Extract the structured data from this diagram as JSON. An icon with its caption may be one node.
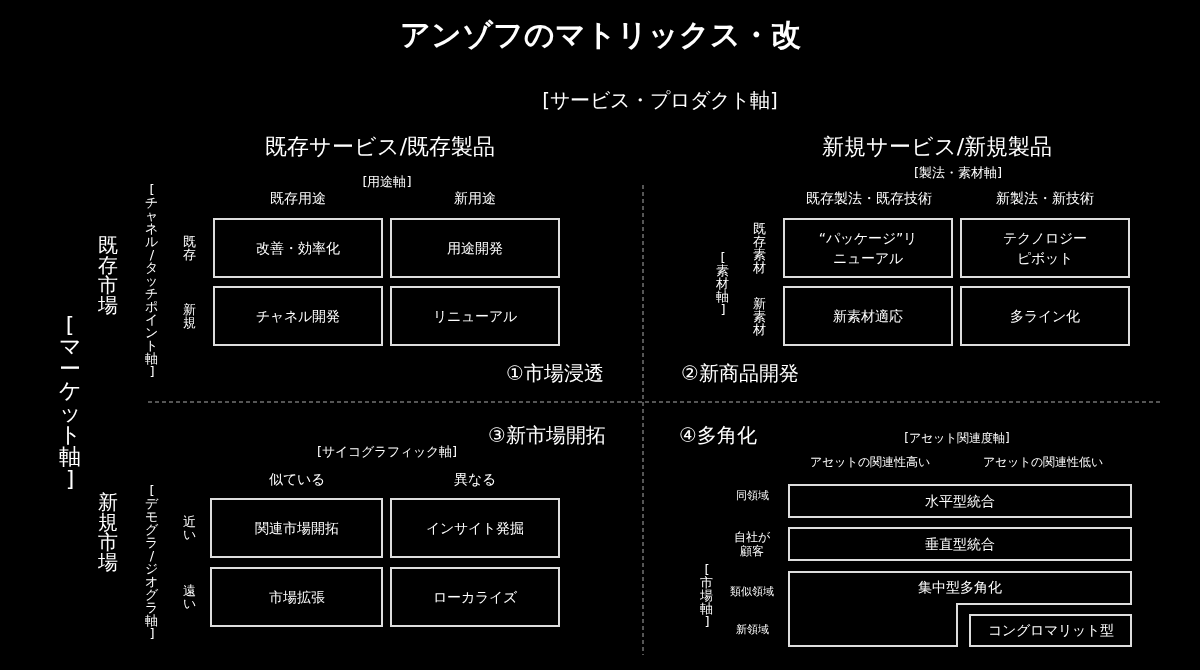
{
  "diagram": {
    "title": "アンゾフのマトリックス・改",
    "nodes": [
      {
        "text": [
          "改善・効率化"
        ]
      },
      {
        "text": [
          "用途開発"
        ]
      },
      {
        "text": [
          "チャネル開発"
        ]
      },
      {
        "text": [
          "リニューアル"
        ]
      },
      {
        "text": [
          "“パッケージ”リニューアル"
        ]
      },
      {
        "text": [
          "テクノロジーピボット"
        ]
      },
      {
        "text": [
          "新素材適応"
        ]
      },
      {
        "text": [
          "多ライン化"
        ]
      },
      {
        "text": [
          "関連市場開拓"
        ]
      },
      {
        "text": [
          "インサイト発掘"
        ]
      },
      {
        "text": [
          "市場拡張"
        ]
      },
      {
        "text": [
          "ローカライズ"
        ]
      },
      {
        "text": [
          "水平型統合"
        ]
      },
      {
        "text": [
          "垂直型統合"
        ]
      },
      {
        "text": [
          "集中型多角化"
        ]
      },
      {
        "text": [
          "コングロマリット型"
        ]
      }
    ],
    "edges": [],
    "labels": [
      "[サービス・プロダクト軸]",
      "既存サービス/既存製品",
      "新規サービス/新規製品",
      "[用途軸]",
      "[製法・素材軸]",
      "既存用途",
      "新用途",
      "既存製法・既存技術",
      "新製法・新技術",
      "既存市場",
      "[チャネル/タッチポイント軸]",
      "既存",
      "新規",
      "[素材軸]",
      "既存素材",
      "新素材",
      "[マーケット軸]",
      "①市場浸透",
      "②新商品開発",
      "③新市場開拓",
      "④多角化",
      "[アセット関連度軸]",
      "[サイコグラフィック軸]",
      "アセットの関連性高い",
      "アセットの関連性低い",
      "似ている",
      "異なる",
      "新規市場",
      "[デモグラ/ジオグラ軸]",
      "近い",
      "遠い",
      "同領域",
      "自社が顧客",
      "類似領域",
      "[市場軸]",
      "新領域"
    ]
  }
}
